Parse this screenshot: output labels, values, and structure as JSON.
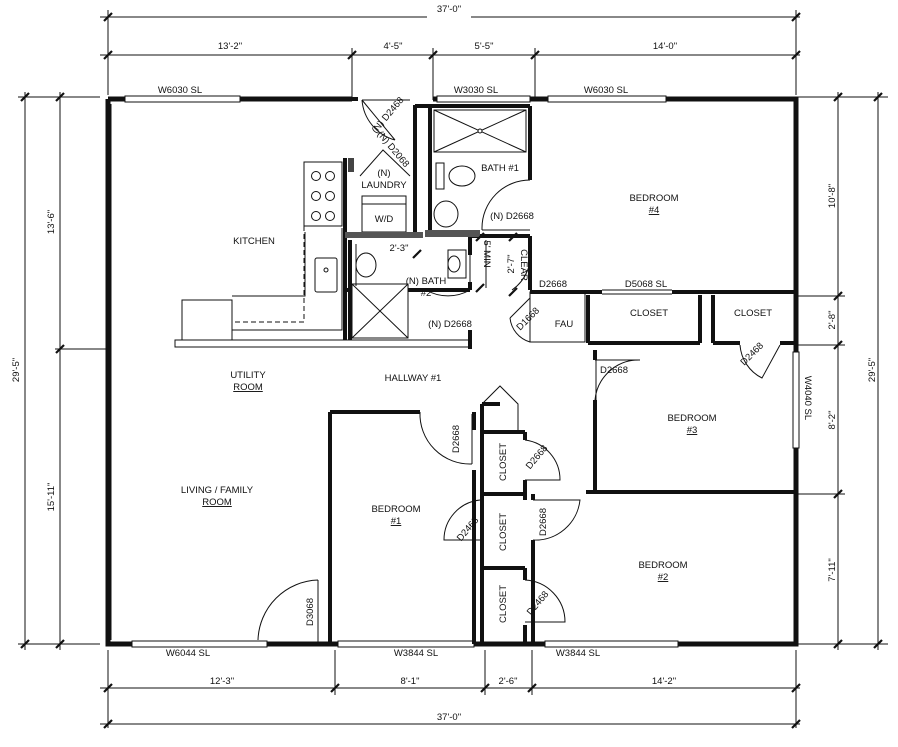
{
  "dimensions": {
    "top_total": "37'-0\"",
    "top_segments": [
      "13'-2\"",
      "4'-5\"",
      "5'-5\"",
      "14'-0\""
    ],
    "bottom_segments": [
      "12'-3\"",
      "8'-1\"",
      "2'-6\"",
      "14'-2\""
    ],
    "bottom_total": "37'-0\"",
    "left_total": "29'-5\"",
    "left_segments": [
      "13'-6\"",
      "15'-11\""
    ],
    "right_total": "29'-5\"",
    "right_segments": [
      "10'-8\"",
      "2'-8\"",
      "8'-2\"",
      "7'-11\""
    ]
  },
  "windows": {
    "w_top_left": "W6030 SL",
    "w_top_mid": "W3030 SL",
    "w_top_right": "W6030 SL",
    "w_right": "W4040 SL",
    "w_bottom_left": "W6044 SL",
    "w_bottom_mid": "W3844 SL",
    "w_bottom_right": "W3844 SL"
  },
  "rooms": {
    "kitchen": "KITCHEN",
    "laundry_tag": "(N)",
    "laundry": "LAUNDRY",
    "wd": "W/D",
    "bath1": "BATH #1",
    "bath2_tag": "(N) BATH",
    "bath2_num": "#2",
    "bedroom4": "BEDROOM",
    "bedroom4_num": "#4",
    "utility_1": "UTILITY",
    "utility_2": "ROOM",
    "hallway": "HALLWAY #1",
    "living_1": "LIVING / FAMILY",
    "living_2": "ROOM",
    "bedroom1": "BEDROOM",
    "bedroom1_num": "#1",
    "bedroom3": "BEDROOM",
    "bedroom3_num": "#3",
    "bedroom2": "BEDROOM",
    "bedroom2_num": "#2",
    "closet_a": "CLOSET",
    "closet_b": "CLOSET",
    "closet_c": "CLOSET",
    "closet_d": "CLOSET",
    "closet_e": "CLOSET",
    "fau": "FAU"
  },
  "doors": {
    "d_entry_top": "(N) D2468",
    "d_laundry": "(N) D2068",
    "d_bath1": "(N) D2668",
    "d_bath2": "(N) D2668",
    "d_hall_a": "D2668",
    "d_closet_slider": "D5068 SL",
    "d_fau": "D1668",
    "d_closet_r": "D2468",
    "d_bed3": "D2668",
    "d_bed1": "D2668",
    "d_closet_c": "D2668",
    "d_closet_d": "D2468",
    "d_bed2": "D2668",
    "d_closet_e": "D2468",
    "d_front": "D3068"
  },
  "notes": {
    "clear_min": "5' MIN",
    "clear": "CLEAR",
    "clear_2_7": "2'-7\"",
    "clear_2_3": "2'-3\""
  }
}
